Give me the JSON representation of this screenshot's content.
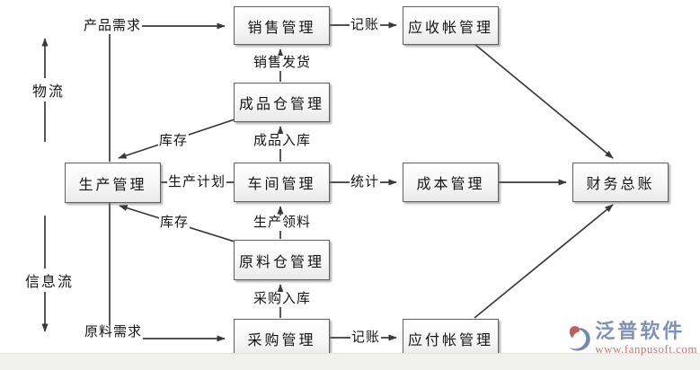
{
  "diagram": {
    "nodes": [
      {
        "id": "sales",
        "label": "销售管理"
      },
      {
        "id": "receivable",
        "label": "应收帐管理"
      },
      {
        "id": "fg_warehouse",
        "label": "成品仓管理"
      },
      {
        "id": "production",
        "label": "生产管理"
      },
      {
        "id": "workshop",
        "label": "车间管理"
      },
      {
        "id": "cost",
        "label": "成本管理"
      },
      {
        "id": "ledger",
        "label": "财务总账"
      },
      {
        "id": "rm_warehouse",
        "label": "原料仓管理"
      },
      {
        "id": "purchase",
        "label": "采购管理"
      },
      {
        "id": "payable",
        "label": "应付帐管理"
      }
    ],
    "edge_labels": {
      "product_demand": "产品需求",
      "bookkeeping_top": "记账",
      "sales_delivery": "销售发货",
      "inventory_top": "库存",
      "fg_inbound": "成品入库",
      "production_plan": "生产计划",
      "statistics": "统计",
      "inventory_bottom": "库存",
      "production_picking": "生产领料",
      "purchase_inbound": "采购入库",
      "raw_material_demand": "原料需求",
      "bookkeeping_bottom": "记账"
    },
    "flow_labels": {
      "logistics": "物流",
      "information_flow": "信息流"
    },
    "line_color": "#3a3a3a"
  },
  "watermark": {
    "brand": "泛普软件",
    "url": "www.fanpusoft.com",
    "brand_color": "#8092b4",
    "url_color": "#c9776f",
    "icon": "fanpu-logo-icon"
  }
}
